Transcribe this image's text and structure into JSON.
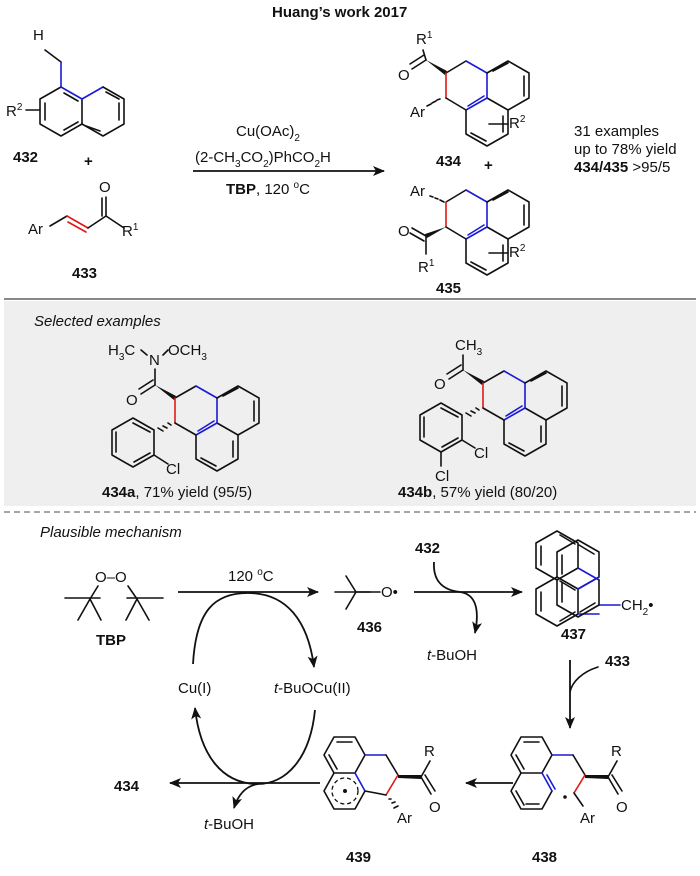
{
  "title": "Huang’s work 2017",
  "colors": {
    "new_bond_blue": "#1a1ad6",
    "new_bond_red": "#e01818",
    "panel_gray": "#efefef",
    "divider": "#888888"
  },
  "reaction": {
    "reactant1": {
      "label": "432",
      "substituent": "R",
      "sub_sup": "2",
      "atom_h": "H"
    },
    "plus": "+",
    "reactant2": {
      "label": "433",
      "ar": "Ar",
      "o": "O",
      "r": "R",
      "r_sup": "1"
    },
    "conditions": {
      "line1_main": "Cu(OAc)",
      "line1_sub": "2",
      "line2": [
        "(2-CH",
        "3",
        "CO",
        "2",
        ")PhCO",
        "2",
        "H"
      ],
      "line3_bold": "TBP",
      "line3_rest": ", 120 ",
      "degree": "o",
      "unit": "C"
    },
    "product1": {
      "label": "434",
      "r": "R",
      "r_sup": "1",
      "o": "O",
      "ar": "Ar",
      "r2": "R",
      "r2_sup": "2"
    },
    "product_plus": "+",
    "product2": {
      "label": "435",
      "r": "R",
      "r_sup": "1",
      "o": "O",
      "ar": "Ar",
      "r2": "R",
      "r2_sup": "2"
    },
    "summary": {
      "line1": "31 examples",
      "line2": "up to 78% yield",
      "ratio_bold": "434/435",
      "ratio_rest": " >95/5"
    }
  },
  "selected_examples": {
    "heading": "Selected examples",
    "examples": [
      {
        "id": "434a",
        "caption_rest": ", 71% yield (95/5)",
        "amide": [
          "H",
          "3",
          "C",
          "N",
          "OCH",
          "3"
        ],
        "o": "O",
        "cl": "Cl"
      },
      {
        "id": "434b",
        "caption_rest": ", 57% yield (80/20)",
        "acyl": [
          "CH",
          "3"
        ],
        "o": "O",
        "cl1": "Cl",
        "cl2": "Cl"
      }
    ]
  },
  "mechanism": {
    "heading": "Plausible mechanism",
    "tbp": {
      "label": "TBP",
      "oo": "O–O"
    },
    "step1_condition": [
      "120 ",
      "o",
      "C"
    ],
    "radical436": {
      "label": "436",
      "o": "O•"
    },
    "reagent432": "432",
    "byproduct1": [
      "t",
      "-BuOH"
    ],
    "radical437": {
      "label": "437",
      "ch2": [
        "CH",
        "2",
        "•"
      ]
    },
    "reagent433": "433",
    "cu1": "Cu(I)",
    "cu2": [
      "t",
      "-BuOCu(II)"
    ],
    "intermediate438": {
      "label": "438",
      "r": "R",
      "o": "O",
      "ar": "Ar"
    },
    "intermediate439": {
      "label": "439",
      "r": "R",
      "o": "O",
      "ar": "Ar"
    },
    "product": "434",
    "byproduct2": [
      "t",
      "-BuOH"
    ]
  }
}
